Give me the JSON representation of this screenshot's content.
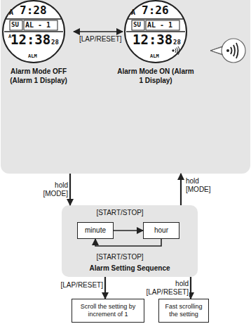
{
  "diagram": {
    "nodes": [
      {
        "text": [
          "A",
          "7:28",
          "SU",
          "AL - 1",
          "A",
          "12:38",
          "28",
          "ALM",
          "Alarm Mode OFF (Alarm 1 Display)"
        ]
      },
      {
        "text": [
          "A",
          "7:26",
          "SU",
          "AL - 1",
          "12:38",
          "28",
          "ALM",
          "Alarm Mode ON (Alarm 1 Display)"
        ]
      },
      {
        "text": [
          "Alarm Setting Sequence"
        ]
      },
      {
        "text": [
          "minute"
        ],
        "in": 2
      },
      {
        "text": [
          "hour"
        ],
        "in": 2
      },
      {
        "text": [
          "Scroll the setting by increment of 1"
        ]
      },
      {
        "text": [
          "Fast scrolling the setting"
        ]
      }
    ],
    "edges": [
      {
        "from": 0,
        "to": 1,
        "arrow": "both",
        "label": "[LAP/RESET]"
      },
      {
        "from": 0,
        "to": 2,
        "arrow": "to",
        "label": "hold [MODE]"
      },
      {
        "from": 2,
        "to": 1,
        "arrow": "to",
        "label": "hold [MODE]"
      },
      {
        "from": 3,
        "to": 4,
        "arrow": "to",
        "label": "[START/STOP]"
      },
      {
        "from": 4,
        "to": 3,
        "arrow": "to",
        "label": "[START/STOP]"
      },
      {
        "from": 2,
        "to": 5,
        "arrow": "to",
        "label": "[LAP/RESET]"
      },
      {
        "from": 2,
        "to": 6,
        "arrow": "to",
        "label": "hold [LAP/RESET]"
      }
    ]
  }
}
